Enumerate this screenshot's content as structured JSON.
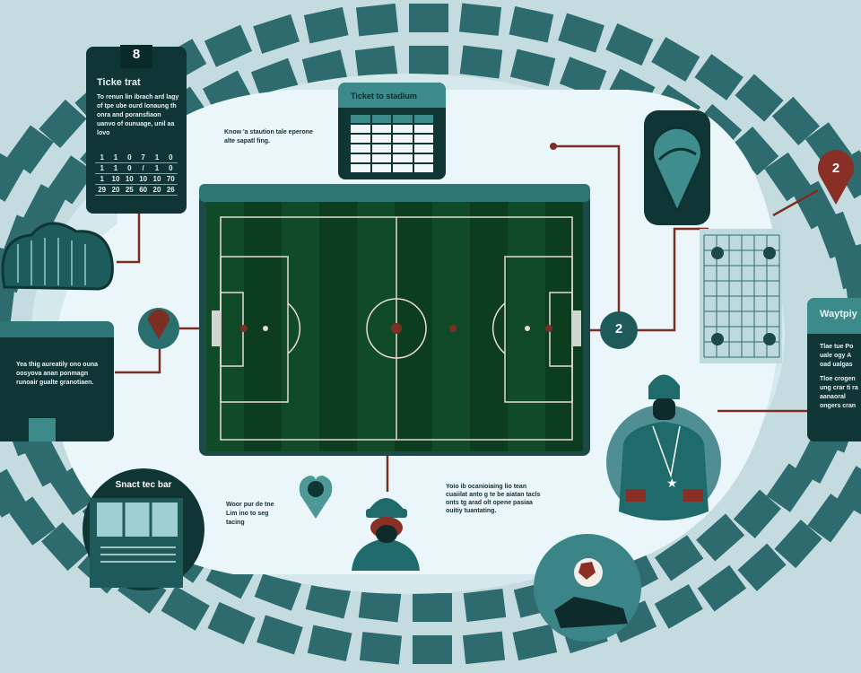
{
  "colors": {
    "background": "#c4dcdf",
    "seats": "#2e6b6e",
    "oval": "#e8f4f8",
    "pitch": "#0d3d1f",
    "panel": "#0f3535",
    "accent_red": "#8a2f26",
    "header_teal": "#3d8a8a"
  },
  "ticket_card": {
    "badge": "8",
    "title": "Ticke trat",
    "body": "To renun lin ibrach ard lagy of tpe ube ourd lonaung th onra and poransfiaon uanvo of ounuage, unil aa lovo",
    "table": [
      [
        "1",
        "1",
        "0",
        "7",
        "1",
        "0"
      ],
      [
        "1",
        "1",
        "0",
        "/",
        "1",
        "0"
      ],
      [
        "1",
        "10",
        "10",
        "10",
        "10",
        "70"
      ],
      [
        "29",
        "20",
        "25",
        "60",
        "20",
        "26"
      ]
    ]
  },
  "ticket_stadium": {
    "title": "Ticket to stadium"
  },
  "intro_note": {
    "text": "Know 'a staution tale eperone alte sapatl fing."
  },
  "left_panel": {
    "text": "Yea thig aureatily ono ouna oosyova anan ponmagn runoair gualte granotiaen."
  },
  "snack_bar": {
    "title": "Snact tec bar"
  },
  "bottom_left_note": {
    "text": "Woor pur de tne Lim ino to seg tacing"
  },
  "bottom_right_note": {
    "text": "Yoio ib ocanioiaing lio tean cuaiilat anto g te be aiatan tacls onts tg arad olt opene pasiaa ouitiy tuantating."
  },
  "right_panel": {
    "title": "Waytpiy",
    "para1": "Tlae tue Po uale ogy A oad ualgas",
    "para2": "Tloe crogen ung crar ti ra aanaoral ongers cran"
  },
  "markers": {
    "top_right": "2",
    "center_right": "2"
  },
  "icons": [
    "map-pin-icon",
    "soccer-ball-icon",
    "heart-pin-icon",
    "cloud-stadium-icon",
    "person-icon",
    "whistle-icon",
    "shoe-icon"
  ]
}
